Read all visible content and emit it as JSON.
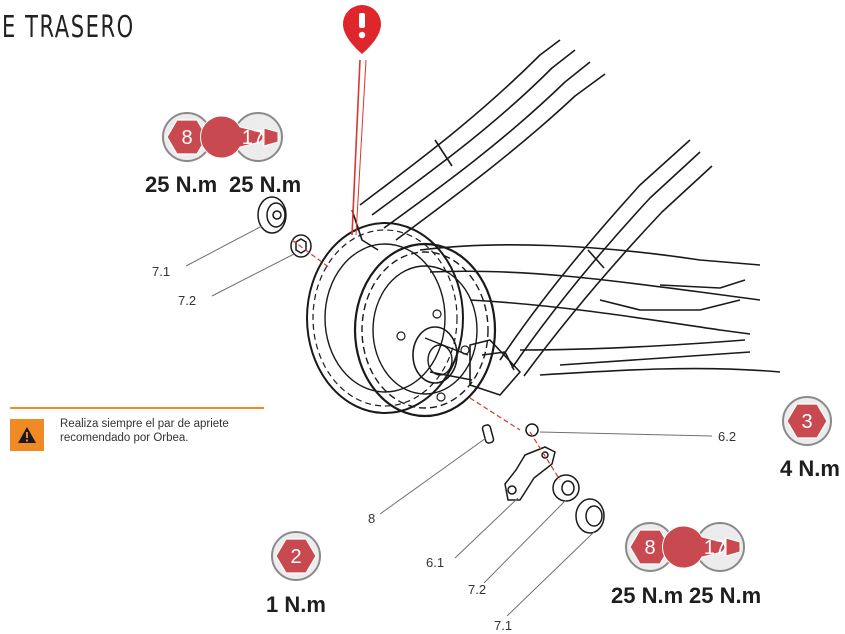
{
  "title": "E TRASERO",
  "warning": {
    "text": "Realiza siempre el par de apriete recomendado por Orbea."
  },
  "tools": {
    "top_hex": {
      "size": "8",
      "torque": "25 N.m"
    },
    "top_wrench": {
      "size": "17",
      "torque": "25 N.m"
    },
    "right_hex": {
      "size": "3",
      "torque": "4 N.m"
    },
    "bottom_left_hex": {
      "size": "2",
      "torque": "1 N.m"
    },
    "bottom_hex": {
      "size": "8",
      "torque": "25 N.m"
    },
    "bottom_wrench": {
      "size": "17",
      "torque": "25 N.m"
    }
  },
  "parts": {
    "top_7_1": "7.1",
    "top_7_2": "7.2",
    "p6_2": "6.2",
    "p8": "8",
    "p6_1": "6.1",
    "bottom_7_2": "7.2",
    "bottom_7_1": "7.1"
  },
  "colors": {
    "icon_fill": "#c8494f",
    "icon_ring": "#7a7a7a",
    "alert_red": "#e0262d",
    "warning_orange": "#f08a24",
    "leader_red": "#d9372f"
  }
}
